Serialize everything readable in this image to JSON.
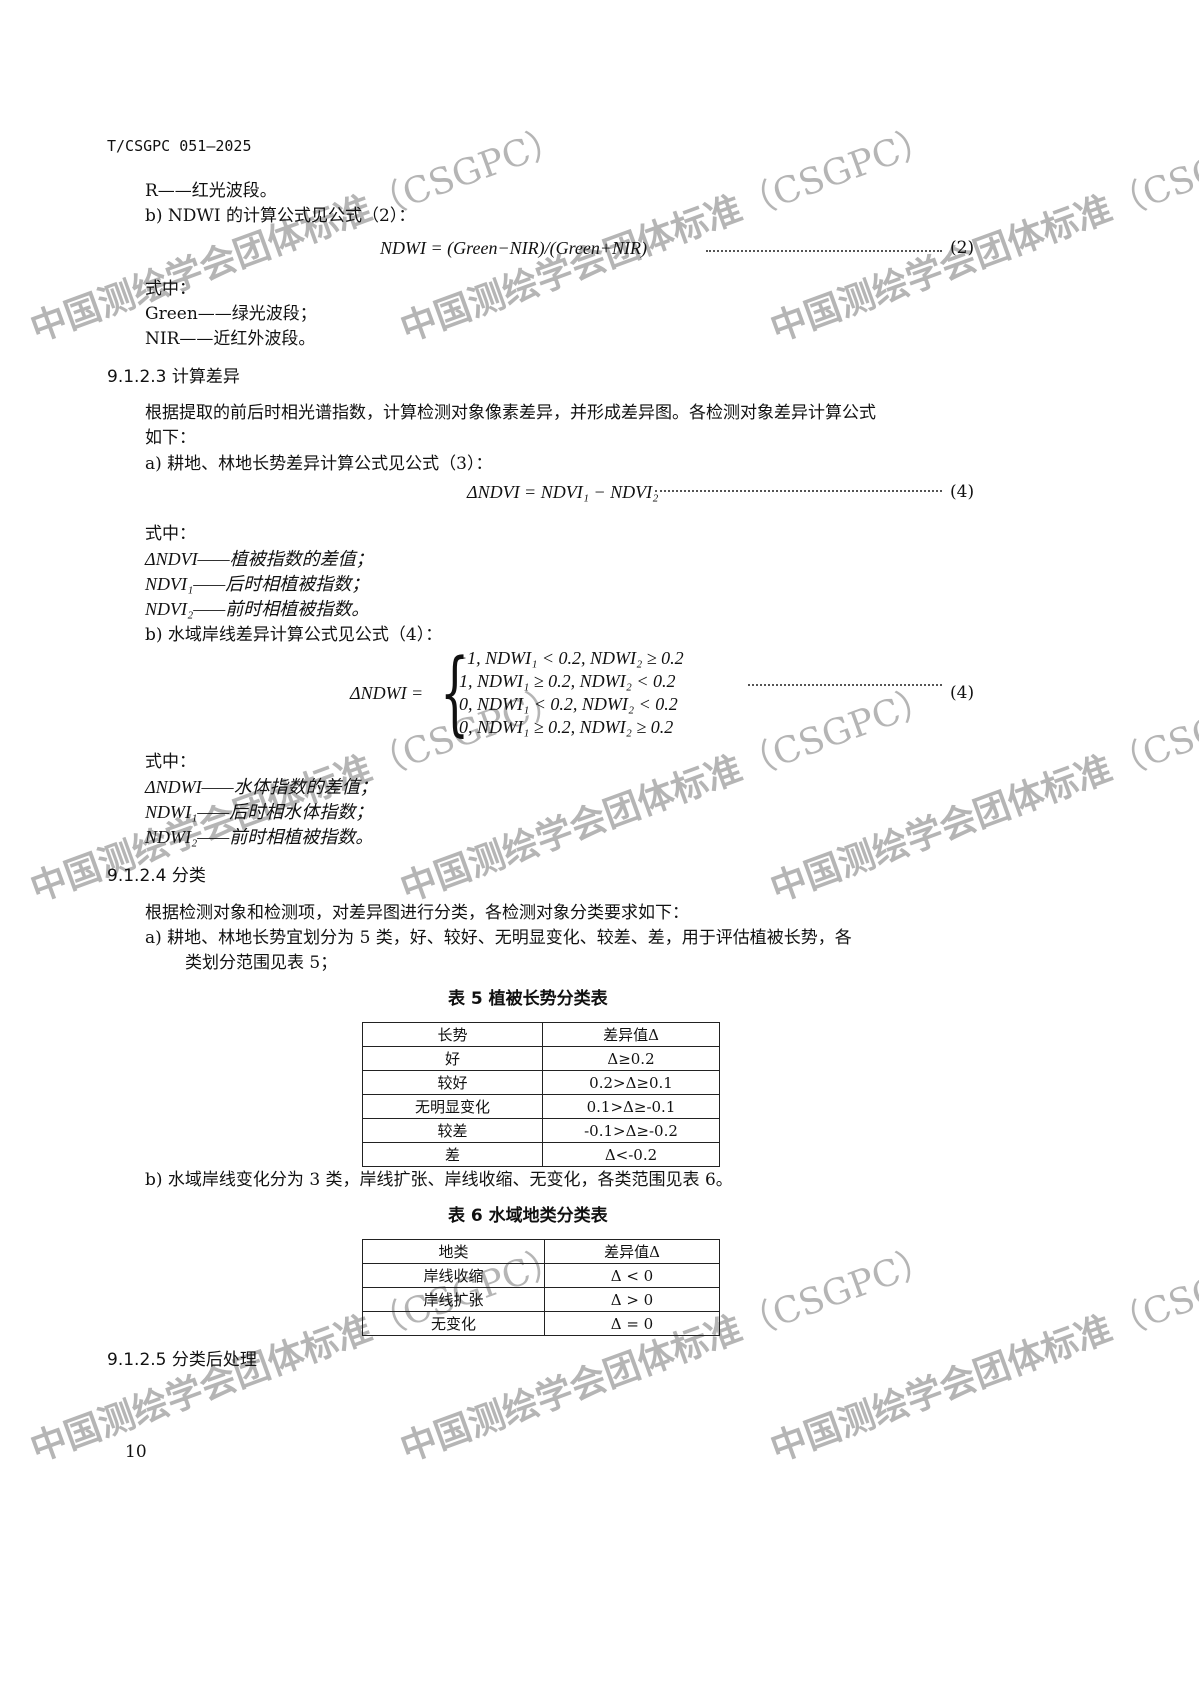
{
  "header": {
    "doc_code": "T/CSGPC 051—2025"
  },
  "watermark": {
    "text_cn": "中国测绘学会团体标准",
    "text_abbr": "（CSGPC）"
  },
  "s1": {
    "r_line": "R——红光波段。",
    "b_item": "b)  NDWI 的计算公式见公式（2）：",
    "formula": "NDWI = (Green−NIR)/(Green+NIR)",
    "eq_no": "(2)",
    "where": "式中：",
    "green": "Green——绿光波段；",
    "nir": "NIR——近红外波段。"
  },
  "s2": {
    "heading": "9.1.2.3  计算差异",
    "para1": "根据提取的前后时相光谱指数，计算检测对象像素差异，并形成差异图。各检测对象差异计算公式",
    "para2": "如下：",
    "a_item": "a)   耕地、林地长势差异计算公式见公式（3）：",
    "formula": "ΔNDVI = NDVI₁ − NDVI₂",
    "eq_no": "(4)",
    "where": "式中：",
    "d1": "ΔNDVI——植被指数的差值；",
    "d2": "NDVI₁——后时相植被指数；",
    "d3": "NDVI₂——前时相植被指数。",
    "b_item": "b)   水域岸线差异计算公式见公式（4）：",
    "lhs": "ΔNDWI =",
    "cases": [
      "−1,   NDWI₁ < 0.2, NDWI₂ ≥ 0.2",
      "1,   NDWI₁ ≥ 0.2, NDWI₂ < 0.2",
      "0,   NDWI₁ < 0.2, NDWI₂ < 0.2",
      "0,   NDWI₁ ≥ 0.2, NDWI₂ ≥ 0.2"
    ],
    "where2": "式中：",
    "e1": "ΔNDWI——水体指数的差值；",
    "e2": "NDWI₁——后时相水体指数；",
    "e3": "NDWI₂——前时相植被指数。"
  },
  "s3": {
    "heading": "9.1.2.4  分类",
    "para": "根据检测对象和检测项，对差异图进行分类，各检测对象分类要求如下：",
    "a_item1": "a)   耕地、林地长势宜划分为 5 类，好、较好、无明显变化、较差、差，用于评估植被长势，各",
    "a_item2": "类划分范围见表 5；",
    "table5": {
      "title": "表 5   植被长势分类表",
      "headers": [
        "长势",
        "差异值Δ"
      ],
      "rows": [
        [
          "好",
          "Δ≥0.2"
        ],
        [
          "较好",
          "0.2>Δ≥0.1"
        ],
        [
          "无明显变化",
          "0.1>Δ≥-0.1"
        ],
        [
          "较差",
          "-0.1>Δ≥-0.2"
        ],
        [
          "差",
          "Δ<-0.2"
        ]
      ]
    },
    "b_item": "b)   水域岸线变化分为 3 类，岸线扩张、岸线收缩、无变化，各类范围见表 6。",
    "table6": {
      "title": "表 6   水域地类分类表",
      "headers": [
        "地类",
        "差异值Δ"
      ],
      "rows": [
        [
          "岸线收缩",
          "Δ < 0"
        ],
        [
          "岸线扩张",
          "Δ > 0"
        ],
        [
          "无变化",
          "Δ = 0"
        ]
      ]
    }
  },
  "s4": {
    "heading": "9.1.2.5  分类后处理"
  },
  "footer": {
    "page_number": "10"
  }
}
